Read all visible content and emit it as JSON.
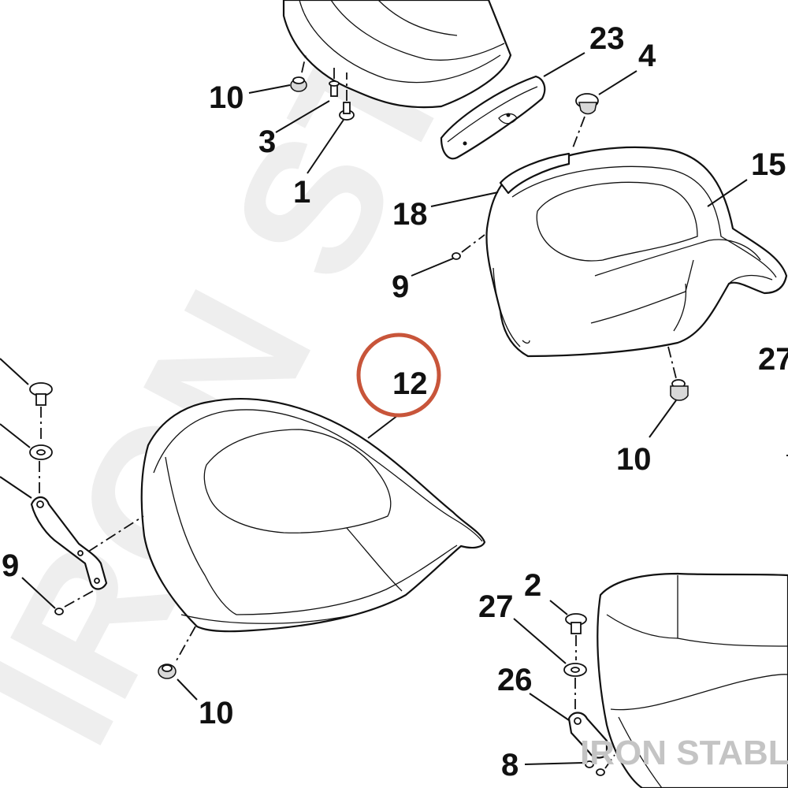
{
  "watermark": {
    "diagonal_text": "IRON STA",
    "corner_text": "IRON STABLE"
  },
  "highlight_color": "#c8553a",
  "highlighted_callout": "12",
  "callouts": [
    {
      "id": "c10a",
      "text": "10"
    },
    {
      "id": "c3",
      "text": "3"
    },
    {
      "id": "c1",
      "text": "1"
    },
    {
      "id": "c23",
      "text": "23"
    },
    {
      "id": "c4",
      "text": "4"
    },
    {
      "id": "c15",
      "text": "15"
    },
    {
      "id": "c18",
      "text": "18"
    },
    {
      "id": "c9a",
      "text": "9"
    },
    {
      "id": "c27a",
      "text": "27"
    },
    {
      "id": "c10b",
      "text": "10"
    },
    {
      "id": "c12",
      "text": "12"
    },
    {
      "id": "c9b",
      "text": "9"
    },
    {
      "id": "c10c",
      "text": "10"
    },
    {
      "id": "c2",
      "text": "2"
    },
    {
      "id": "c27b",
      "text": "27"
    },
    {
      "id": "c26",
      "text": "26"
    },
    {
      "id": "c8",
      "text": "8"
    }
  ]
}
